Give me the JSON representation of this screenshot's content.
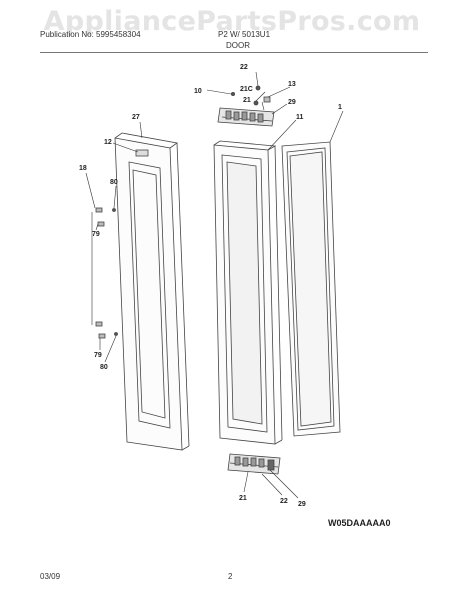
{
  "watermark": "AppliancePartsPros.com",
  "header": {
    "left": "Publication No: 5995458304",
    "right": "P2 W/ 5013U1",
    "section": "DOOR"
  },
  "callouts": [
    {
      "id": "c22-top",
      "text": "22"
    },
    {
      "id": "c10",
      "text": "10"
    },
    {
      "id": "c13",
      "text": "13"
    },
    {
      "id": "c21c",
      "text": "21C"
    },
    {
      "id": "c21-top",
      "text": "21"
    },
    {
      "id": "c29-top",
      "text": "29"
    },
    {
      "id": "c27",
      "text": "27"
    },
    {
      "id": "c1",
      "text": "1"
    },
    {
      "id": "c11",
      "text": "11"
    },
    {
      "id": "c12",
      "text": "12"
    },
    {
      "id": "c18",
      "text": "18"
    },
    {
      "id": "c80-top",
      "text": "80"
    },
    {
      "id": "c79-top",
      "text": "79"
    },
    {
      "id": "c79-bot",
      "text": "79"
    },
    {
      "id": "c80-bot",
      "text": "80"
    },
    {
      "id": "c21-bot",
      "text": "21"
    },
    {
      "id": "c22-bot",
      "text": "22"
    },
    {
      "id": "c29-bot",
      "text": "29"
    }
  ],
  "diagram_code": "W05DAAAAA0",
  "footer": {
    "date": "03/09",
    "page": "2"
  }
}
